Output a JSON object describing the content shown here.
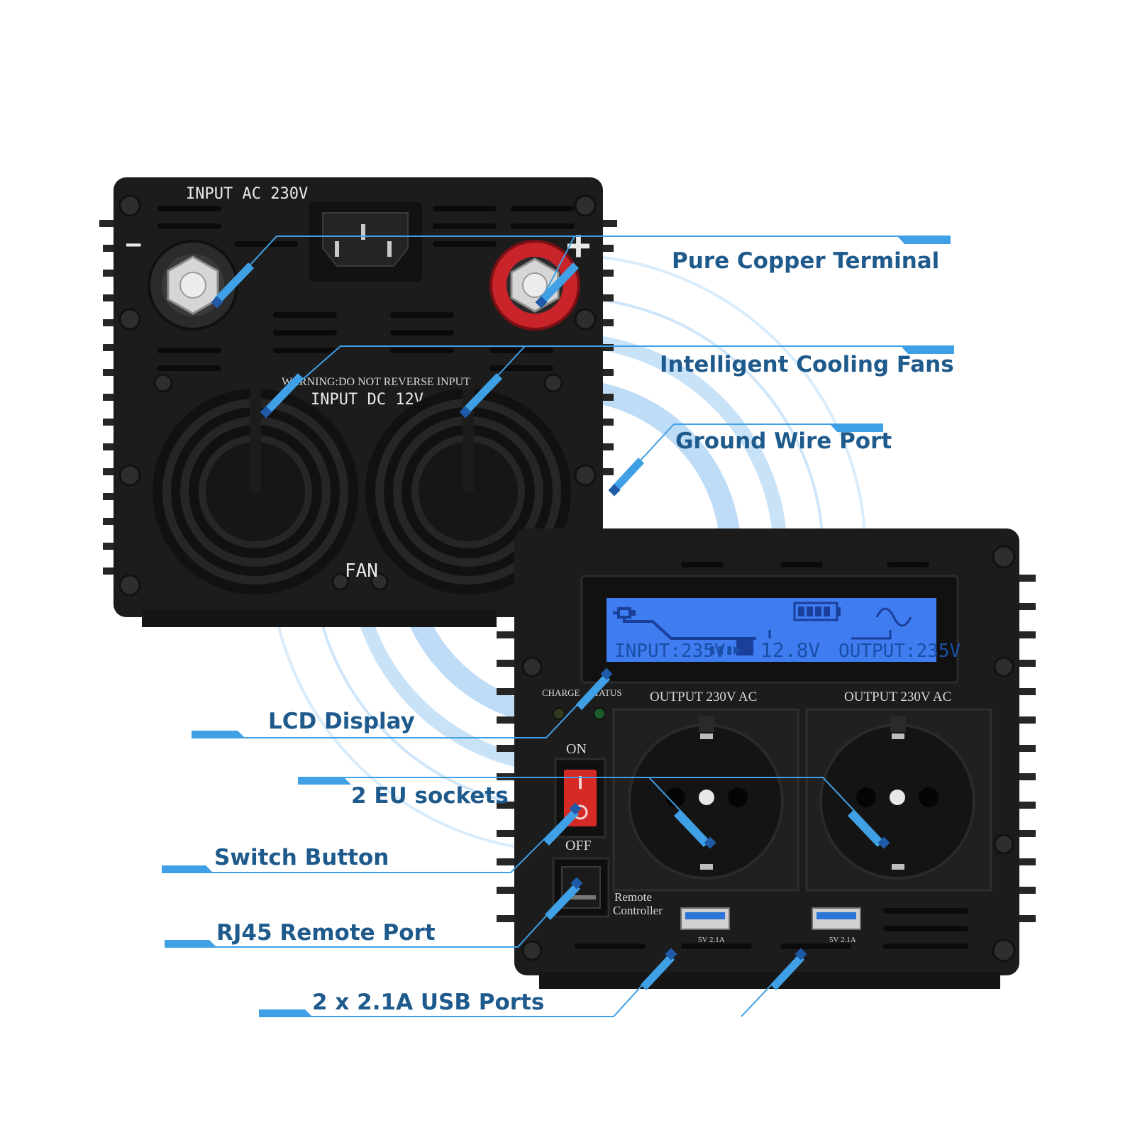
{
  "product": {
    "back_panel": {
      "input_ac_label": "INPUT  AC  230V",
      "minus_sign": "—",
      "plus_sign": "+",
      "warning": "WARNING:DO NOT REVERSE INPUT",
      "input_dc_label": "INPUT  DC  12V",
      "fan_label": "FAN"
    },
    "front_panel": {
      "lcd": {
        "input_text": "INPUT:235V",
        "battery_text": "12.8V",
        "output_text": "OUTPUT:235V"
      },
      "charge_label": "CHARGE",
      "status_label": "STATUS",
      "output_left": "OUTPUT  230V  AC",
      "output_right": "OUTPUT  230V  AC",
      "switch_on": "ON",
      "switch_off": "OFF",
      "remote_line1": "Remote",
      "remote_line2": "Controller",
      "usb_left": "5V  2.1A",
      "usb_right": "5V  2.1A"
    }
  },
  "callouts": {
    "terminal": "Pure Copper Terminal",
    "fans": "Intelligent Cooling Fans",
    "ground": "Ground Wire Port",
    "lcd": "LCD Display",
    "sockets": "2 EU sockets",
    "switch": "Switch Button",
    "rj45": "RJ45 Remote Port",
    "usb": "2 x 2.1A USB Ports"
  },
  "colors": {
    "callout_text": "#1f5a8c",
    "callout_line": "#3fa0e6",
    "lcd_background": "#3f7cf0",
    "body": "#1c1c1c",
    "positive_terminal": "#c8242a",
    "switch": "#d52a26"
  }
}
